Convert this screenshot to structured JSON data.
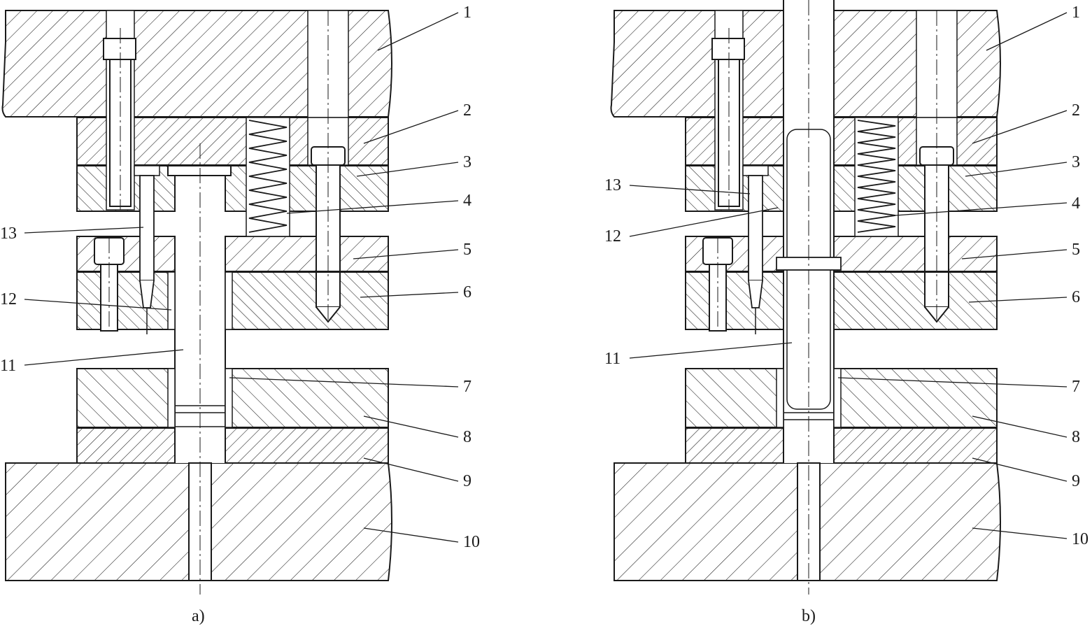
{
  "figure": {
    "panels": [
      {
        "id": "a",
        "caption": "a)",
        "callouts_right": [
          "1",
          "2",
          "3",
          "4",
          "5",
          "6",
          "7",
          "8",
          "9",
          "10"
        ],
        "callouts_left": [
          "13",
          "12",
          "11"
        ]
      },
      {
        "id": "b",
        "caption": "b)",
        "callouts_right": [
          "1",
          "2",
          "3",
          "4",
          "5",
          "6",
          "7",
          "8",
          "9",
          "10"
        ],
        "callouts_left": [
          "13",
          "12",
          "11"
        ]
      }
    ]
  }
}
